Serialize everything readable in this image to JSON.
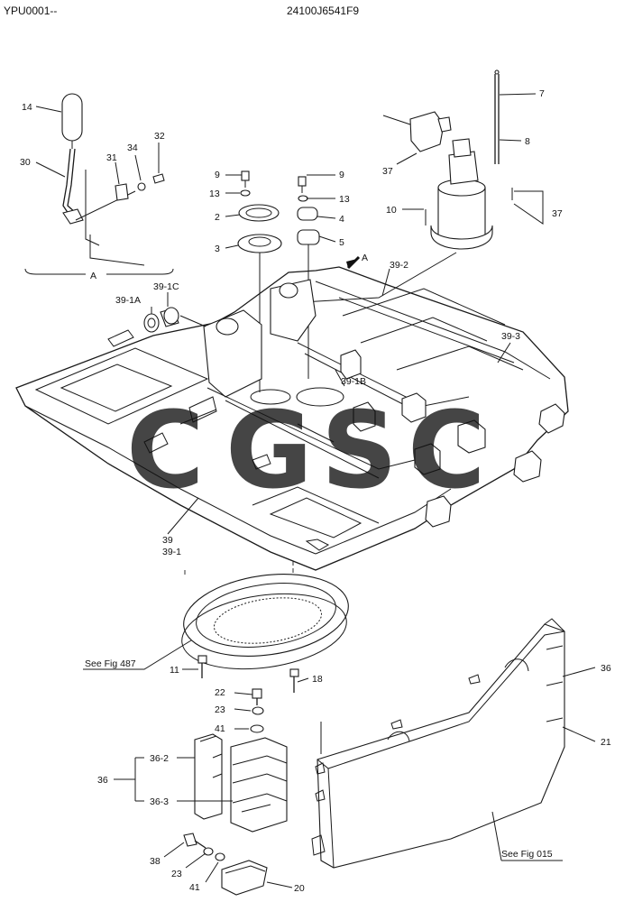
{
  "header": {
    "left_code": "YPU0001--",
    "center_code": "24100J6541F9"
  },
  "view_label": "A",
  "arrow_label": "A",
  "refs": {
    "fig487": "See Fig 487",
    "fig015": "See Fig 015"
  },
  "watermark": {
    "letters": [
      "C",
      "G",
      "S",
      "C"
    ],
    "colors": [
      "#4f8ef7",
      "#ef5350",
      "#f7c600",
      "#35a853"
    ]
  },
  "callouts": {
    "c14": "14",
    "c30": "30",
    "c31": "31",
    "c34": "34",
    "c32": "32",
    "c9a": "9",
    "c13a": "13",
    "c2": "2",
    "c3": "3",
    "c9b": "9",
    "c13b": "13",
    "c4": "4",
    "c5": "5",
    "c7": "7",
    "c8": "8",
    "c37a": "37",
    "c37b": "37",
    "c10": "10",
    "c39_2": "39-2",
    "c39_1a": "39-1A",
    "c39_1c": "39-1C",
    "c39_3": "39-3",
    "c39_1b": "39-1B",
    "c39": "39",
    "c39_1": "39-1",
    "c11": "11",
    "c18": "18",
    "c22": "22",
    "c23a": "23",
    "c41a": "41",
    "c36a": "36",
    "c36_2": "36-2",
    "c36_3": "36-3",
    "c36b": "36",
    "c21": "21",
    "c38": "38",
    "c23b": "23",
    "c41b": "41",
    "c20": "20"
  }
}
